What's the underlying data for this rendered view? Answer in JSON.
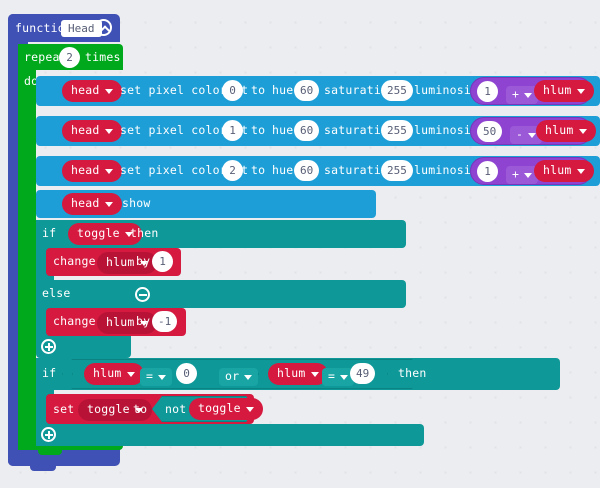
{
  "editor": {
    "background_color": "#ecedf0",
    "grid": "dot-grid"
  },
  "function_block": {
    "keyword": "function",
    "name": "Head",
    "collapse_icon": "chevron-up-circle-icon",
    "color": "#3f51b5"
  },
  "repeat_block": {
    "keyword": "repeat",
    "count": "2",
    "times_label": "times",
    "do_label": "do",
    "color": "#00a81c"
  },
  "pixel_rows": [
    {
      "target": "head",
      "action": "set pixel color at",
      "index": "0",
      "to_label": "to",
      "hue_label": "hue",
      "hue": "60",
      "saturation_label": "saturation",
      "saturation": "255",
      "luminosity_label": "luminosity",
      "math": {
        "left": "1",
        "operator": "+",
        "right": "hlum"
      }
    },
    {
      "target": "head",
      "action": "set pixel color at",
      "index": "1",
      "to_label": "to",
      "hue_label": "hue",
      "hue": "60",
      "saturation_label": "saturation",
      "saturation": "255",
      "luminosity_label": "luminosity",
      "math": {
        "left": "50",
        "operator": "-",
        "right": "hlum"
      }
    },
    {
      "target": "head",
      "action": "set pixel color at",
      "index": "2",
      "to_label": "to",
      "hue_label": "hue",
      "hue": "60",
      "saturation_label": "saturation",
      "saturation": "255",
      "luminosity_label": "luminosity",
      "math": {
        "left": "1",
        "operator": "+",
        "right": "hlum"
      }
    }
  ],
  "show_block": {
    "target": "head",
    "action": "show"
  },
  "if_toggle": {
    "if_label": "if",
    "condition": "toggle",
    "then_label": "then",
    "else_label": "else",
    "collapse_icon": "minus-circle-icon",
    "expand_icon": "plus-circle-icon",
    "then_body": {
      "keyword": "change",
      "variable": "hlum",
      "by_label": "by",
      "value": "1"
    },
    "else_body": {
      "keyword": "change",
      "variable": "hlum",
      "by_label": "by",
      "value": "-1"
    }
  },
  "if_range": {
    "if_label": "if",
    "then_label": "then",
    "expand_icon": "plus-circle-icon",
    "left_compare": {
      "variable": "hlum",
      "operator": "=",
      "value": "0"
    },
    "joiner": "or",
    "right_compare": {
      "variable": "hlum",
      "operator": "=",
      "value": "49"
    },
    "body": {
      "keyword": "set",
      "variable": "toggle",
      "to_label": "to",
      "not_label": "not",
      "operand": "toggle"
    }
  },
  "colors": {
    "function": "#3f51b5",
    "loop": "#00a81c",
    "pixel": "#1e9ed6",
    "logic": "#0f9898",
    "variable": "#d5193f",
    "math": "#8e44d0",
    "field": "#ffffff"
  }
}
